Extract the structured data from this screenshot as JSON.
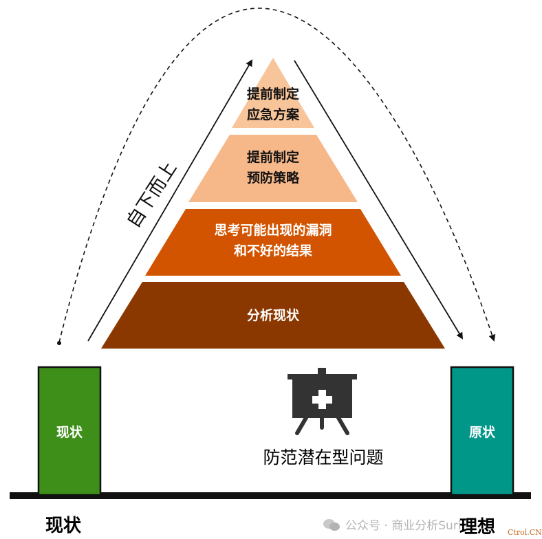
{
  "pyramid": {
    "tiers": [
      {
        "lines": [
          "提前制定",
          "应急方案"
        ],
        "color": "#f8c49a"
      },
      {
        "lines": [
          "提前制定",
          "预防策略"
        ],
        "color": "#f6b789"
      },
      {
        "lines": [
          "思考可能出现的漏洞",
          "和不好的结果"
        ],
        "color": "#d35400"
      },
      {
        "lines": [
          "分析现状"
        ],
        "color": "#8b3800"
      }
    ],
    "side_label": "自下而上"
  },
  "pillars": {
    "left": {
      "label": "现状",
      "color": "#3e8f19"
    },
    "right": {
      "label": "原状",
      "color": "#009688"
    }
  },
  "bottom": {
    "left_label": "现状",
    "right_label": "理想"
  },
  "center": {
    "icon": "presentation-board-plus-icon",
    "caption": "防范潜在型问题"
  },
  "watermark": {
    "text": "公众号 · 商业分析Suri",
    "icon": "wechat-icon"
  },
  "stamp": "Ctrol.CN"
}
